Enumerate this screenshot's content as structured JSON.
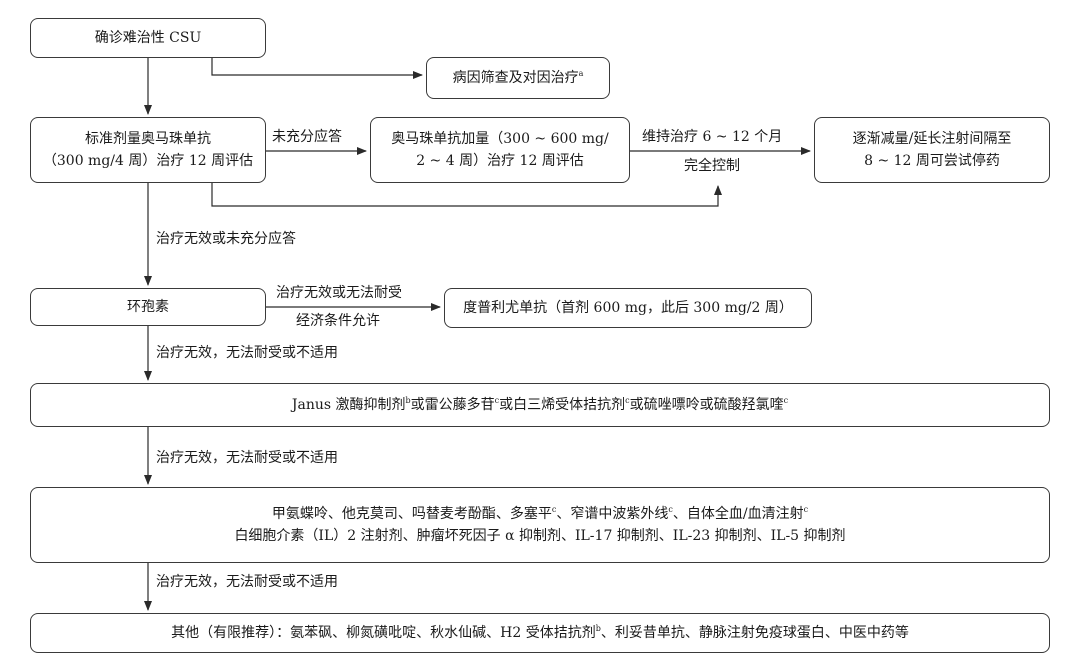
{
  "nodes": {
    "diagnosis": "确诊难治性 CSU",
    "etiology": "病因筛查及对因治疗",
    "etiology_sup": "a",
    "standard_dose": [
      "标准剂量奥马珠单抗",
      "（300 mg/4 周）治疗 12 周评估"
    ],
    "increased_dose": [
      "奥马珠单抗加量（300 ~ 600 mg/",
      "2 ~ 4 周）治疗 12 周评估"
    ],
    "taper": [
      "逐渐减量/延长注射间隔至",
      "8 ~ 12 周可尝试停药"
    ],
    "cyclosporine": "环孢素",
    "dupilumab": "度普利尤单抗（首剂 600 mg，此后 300 mg/2 周）",
    "jak_line": {
      "t1": "Janus 激酶抑制剂",
      "s1": "b",
      "t2": "或雷公藤多苷",
      "s2": "c",
      "t3": "或白三烯受体拮抗剂",
      "s3": "c",
      "t4": "或硫唑嘌呤或硫酸羟氯喹",
      "s4": "c"
    },
    "immuno_line1": {
      "t1": "甲氨蝶呤、他克莫司、吗替麦考酚酯、多塞平",
      "s1": "c",
      "t2": "、窄谱中波紫外线",
      "s2": "c",
      "t3": "、自体全血/血清注射",
      "s3": "c"
    },
    "immuno_line2": "白细胞介素（IL）2 注射剂、肿瘤坏死因子 α 抑制剂、IL-17 抑制剂、IL-23 抑制剂、IL-5 抑制剂",
    "other_line": {
      "t1": "其他（有限推荐）：氨苯砜、柳氮磺吡啶、秋水仙碱、H2 受体拮抗剂",
      "s1": "b",
      "t2": "、利妥昔单抗、静脉注射免疫球蛋白、中医中药等"
    }
  },
  "edge_labels": {
    "insufficient": "未充分应答",
    "maintain": "维持治疗 6 ~ 12 个月",
    "complete_control": "完全控制",
    "ineffective_or_insufficient": "治疗无效或未充分应答",
    "ineffective_or_intolerant": "治疗无效或无法耐受",
    "economic": "经济条件允许",
    "ineffective_intolerant_unsuitable_1": "治疗无效，无法耐受或不适用",
    "ineffective_intolerant_unsuitable_2": "治疗无效，无法耐受或不适用",
    "ineffective_intolerant_unsuitable_3": "治疗无效，无法耐受或不适用"
  }
}
